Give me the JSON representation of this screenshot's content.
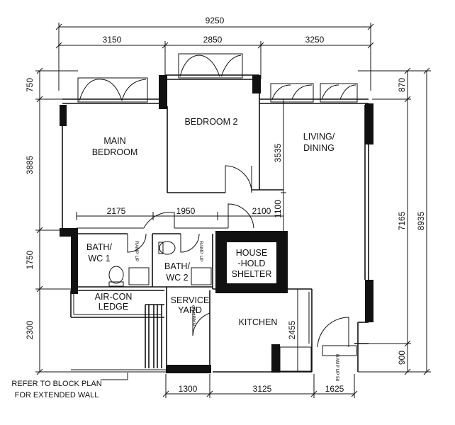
{
  "dimensions": {
    "top_total": "9250",
    "top_segments": [
      "3150",
      "2850",
      "3250"
    ],
    "left_segments": [
      "750",
      "3885",
      "1750",
      "2300"
    ],
    "right_segments": [
      "870",
      "7165",
      "900"
    ],
    "right_total": "8935",
    "bottom_segments": [
      "1300",
      "3125",
      "1625"
    ],
    "interior": [
      "2175",
      "1950",
      "2100",
      "3535",
      "1100",
      "2455"
    ]
  },
  "rooms": {
    "main_bedroom": [
      "MAIN",
      "BEDROOM"
    ],
    "bedroom2": "BEDROOM  2",
    "living_dining": [
      "LIVING/",
      "DINING"
    ],
    "bath1": [
      "BATH/",
      "WC 1"
    ],
    "bath2": [
      "BATH/",
      "WC 2"
    ],
    "household_shelter": [
      "HOUSE",
      "-HOLD",
      "SHELTER"
    ],
    "aircon_ledge": [
      "AIR-CON",
      "LEDGE"
    ],
    "service_yard": [
      "SERVICE",
      "YARD"
    ],
    "kitchen": "KITCHEN"
  },
  "ramp_labels": [
    "RAMP UP",
    "RAMP UP",
    "RAMP UP",
    "RAMP UP 50"
  ],
  "note": [
    "REFER TO BLOCK PLAN",
    "FOR EXTENDED WALL"
  ]
}
